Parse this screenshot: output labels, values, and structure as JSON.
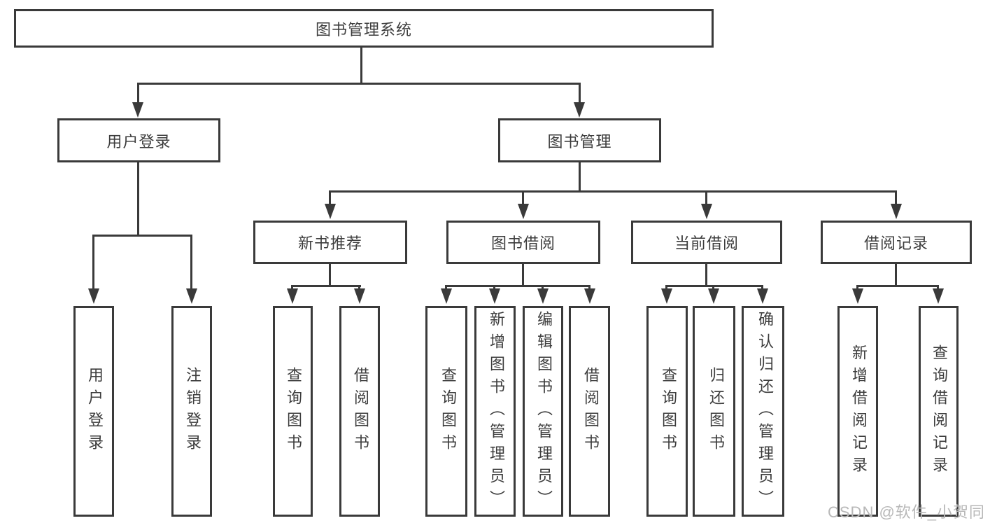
{
  "diagram": {
    "nodes": {
      "root": "图书管理系统",
      "user_login": "用户登录",
      "book_mgmt": "图书管理",
      "new_books": "新书推荐",
      "book_borrow": "图书借阅",
      "current_borrow": "当前借阅",
      "borrow_records": "借阅记录",
      "leaves": {
        "user_login_children": [
          "用户登录",
          "注销登录"
        ],
        "new_books_children": [
          "查询图书",
          "借阅图书"
        ],
        "book_borrow_children": [
          "查询图书",
          "新增图书（管理员）",
          "编辑图书（管理员）",
          "借阅图书"
        ],
        "current_borrow_children": [
          "查询图书",
          "归还图书",
          "确认归还（管理员）"
        ],
        "borrow_records_children": [
          "新增借阅记录",
          "查询借阅记录"
        ]
      }
    },
    "colors": {
      "line": "#3a3a3a",
      "text": "#3d3d3d",
      "background": "#ffffff",
      "watermark": "#b8b8b8"
    },
    "watermark": "CSDN @软件_小贺同学"
  }
}
